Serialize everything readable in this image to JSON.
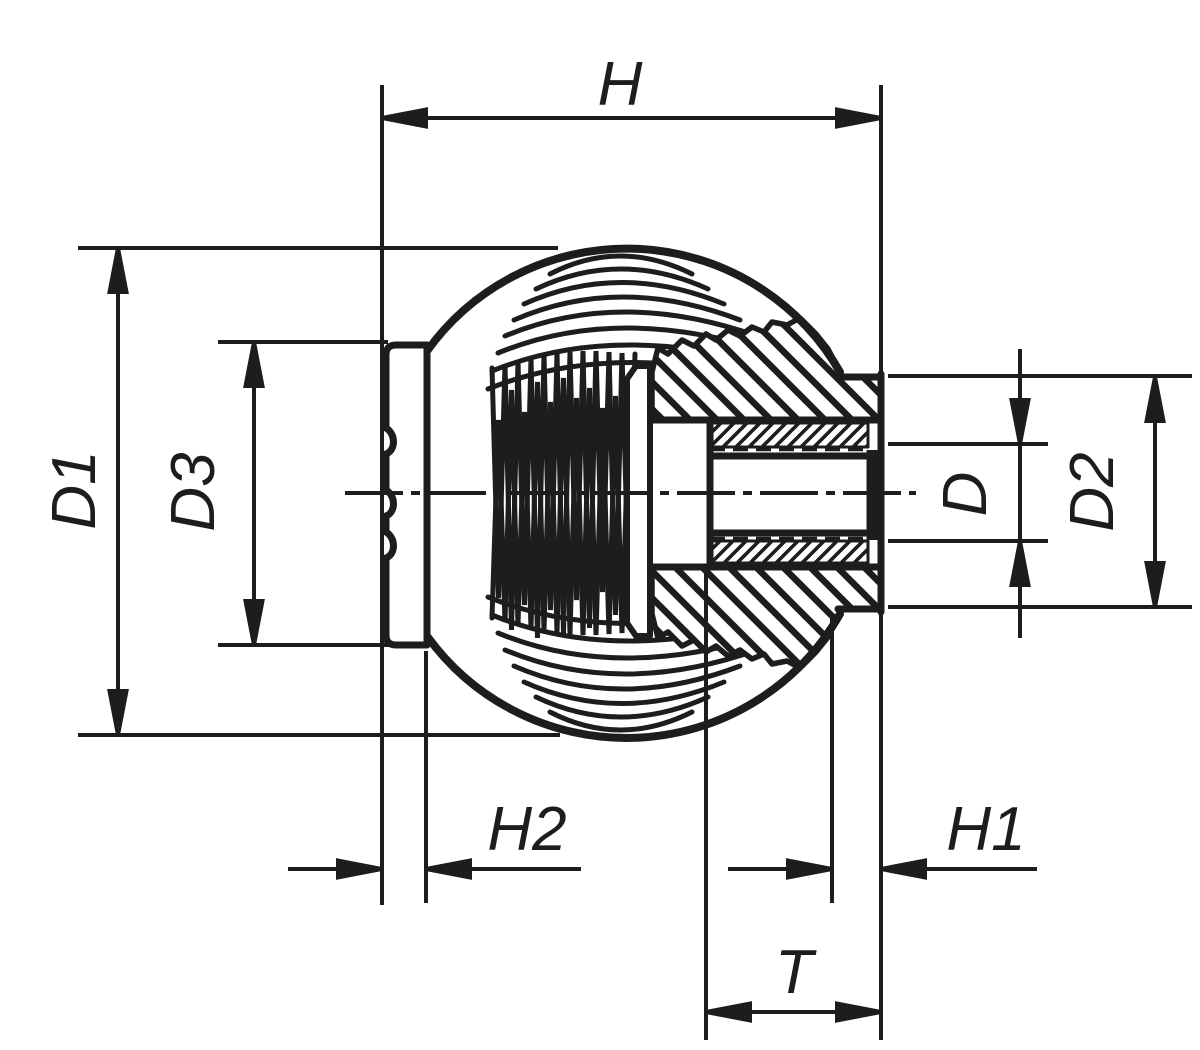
{
  "drawing": {
    "background": "#ffffff",
    "line_color": "#1d1d1b"
  },
  "dimensions": {
    "h": "H",
    "d1": "D1",
    "d3": "D3",
    "d": "D",
    "d2": "D2",
    "h2": "H2",
    "h1": "H1",
    "t": "T"
  }
}
